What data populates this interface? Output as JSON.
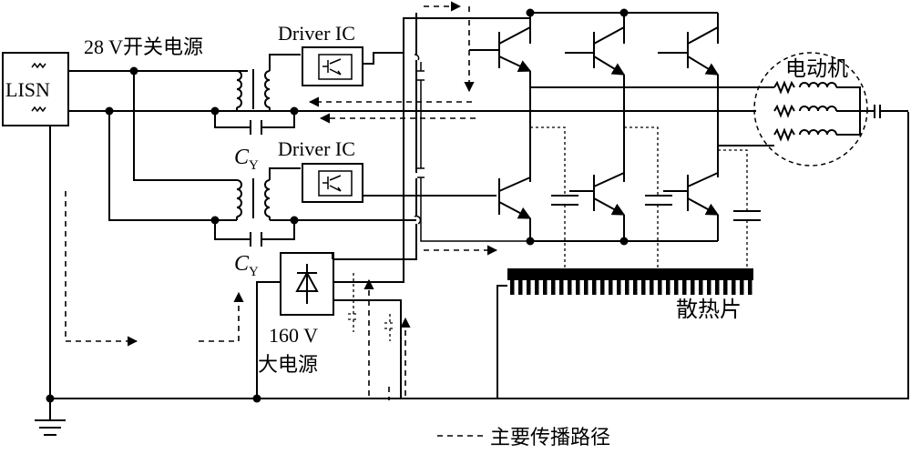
{
  "labels": {
    "lisn": "LISN",
    "supply_28v": "28 V开关电源",
    "driver_ic_top": "Driver IC",
    "driver_ic_bottom": "Driver IC",
    "cy_top_main": "C",
    "cy_top_sub": "Y",
    "cy_bottom_main": "C",
    "cy_bottom_sub": "Y",
    "supply_160v_line1": "160 V",
    "supply_160v_line2": "大电源",
    "motor": "电动机",
    "heatsink": "散热片",
    "legend": "主要传播路径"
  }
}
